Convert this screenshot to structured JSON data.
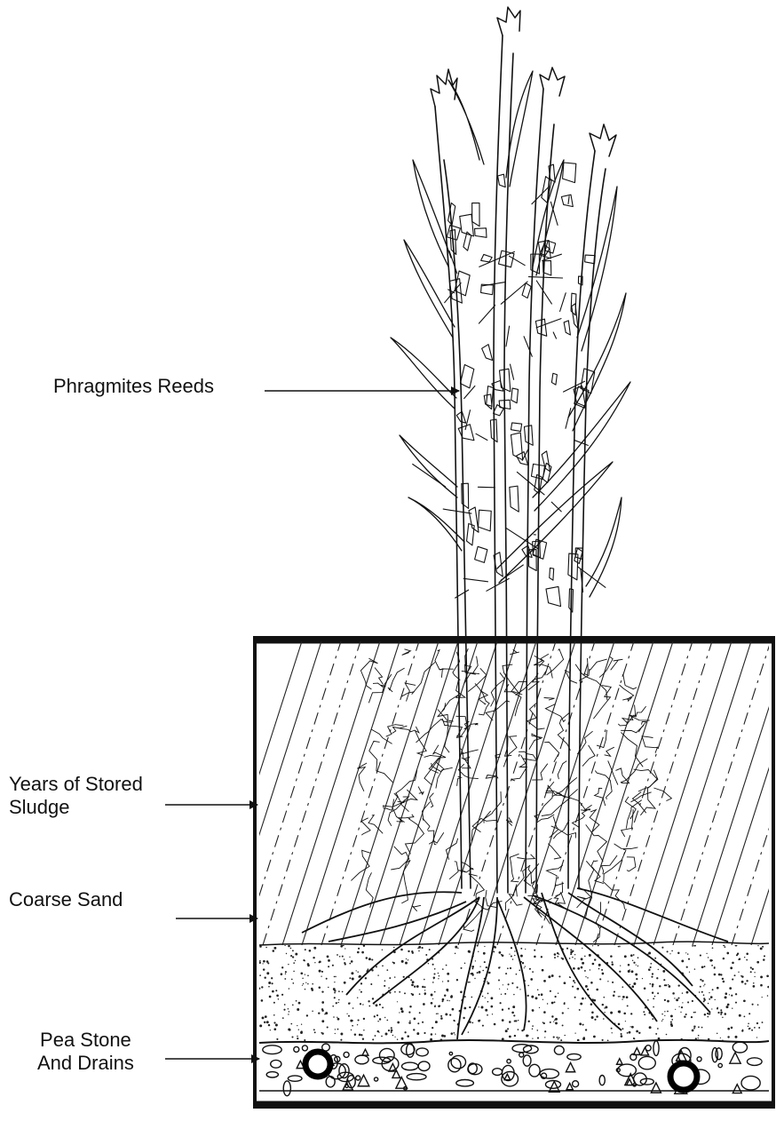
{
  "labels": {
    "reeds": "Phragmites Reeds",
    "sludge_line1": "Years of Stored",
    "sludge_line2": "Sludge",
    "sand": "Coarse Sand",
    "pea_line1": "Pea Stone",
    "pea_line2": "And Drains"
  },
  "colors": {
    "ink": "#111111",
    "background": "#ffffff"
  },
  "icons": [
    "arrow-right-icon",
    "drain-pipe-icon",
    "reed-plant-icon",
    "root-system-icon"
  ]
}
